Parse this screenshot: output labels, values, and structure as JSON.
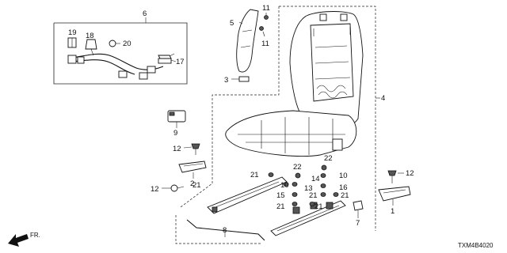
{
  "diagram_code": "TXM4B4020",
  "direction_label": "FR.",
  "callouts": {
    "c1": "1",
    "c2": "2",
    "c3": "3",
    "c4": "4",
    "c5": "5",
    "c6": "6",
    "c7": "7",
    "c8": "8",
    "c9": "9",
    "c10a": "10",
    "c10b": "10",
    "c11a": "11",
    "c11b": "11",
    "c12a": "12",
    "c12b": "12",
    "c12c": "12",
    "c13": "13",
    "c14": "14",
    "c15": "15",
    "c16": "16",
    "c17": "17",
    "c18": "18",
    "c19": "19",
    "c20": "20",
    "c21a": "21",
    "c21b": "21",
    "c21c": "21",
    "c21d": "21",
    "c21e": "21",
    "c21f": "21",
    "c22a": "22",
    "c22b": "22"
  }
}
